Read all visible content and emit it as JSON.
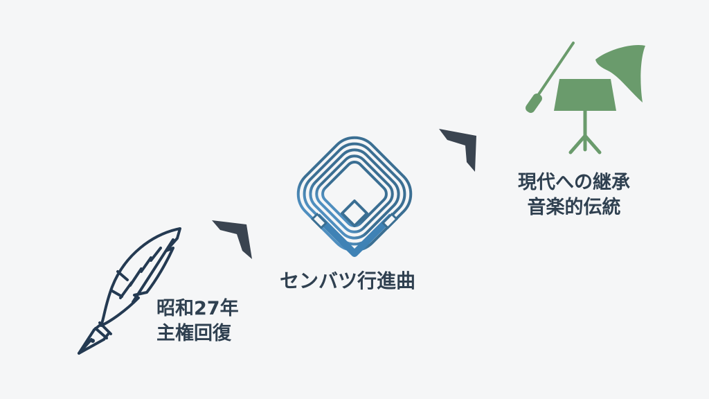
{
  "steps": [
    {
      "icon": "quill-pen-icon",
      "lines": [
        "昭和27年",
        "主権回復"
      ]
    },
    {
      "icon": "baseball-stadium-icon",
      "lines": [
        "センバツ行進曲"
      ]
    },
    {
      "icon": "music-conducting-icon",
      "lines": [
        "現代への継承",
        "音楽的伝統"
      ]
    }
  ],
  "colors": {
    "navy": "#243a52",
    "steel_blue": "#3c7fa7",
    "dark_arrow": "#3a4450",
    "green": "#6a9b6c",
    "text": "#2f4050"
  }
}
